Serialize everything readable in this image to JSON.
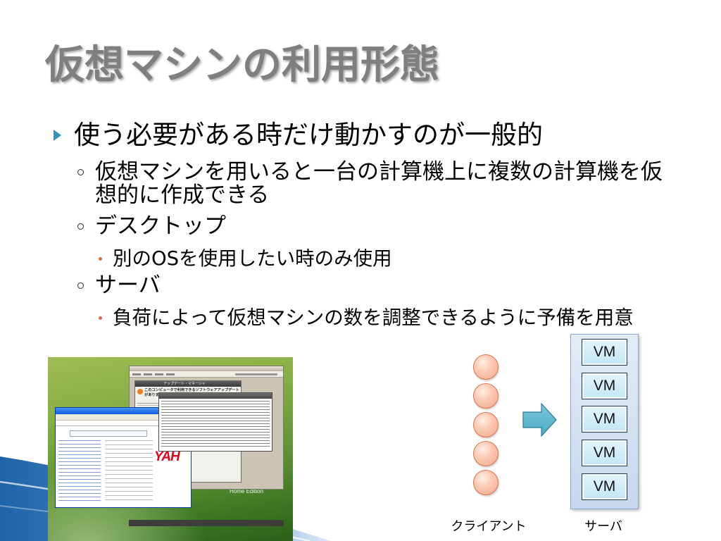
{
  "slide": {
    "title": "仮想マシンの利用形態",
    "bullets": [
      {
        "text": "使う必要がある時だけ動かすのが一般的",
        "children": [
          {
            "text": "仮想マシンを用いると一台の計算機上に複数の計算機を仮想的に作成できる"
          },
          {
            "text": "デスクトップ",
            "children": [
              {
                "text": "別のOSを使用したい時のみ使用"
              }
            ]
          },
          {
            "text": "サーバ",
            "children": [
              {
                "text": "負荷によって仮想マシンの数を調整できるように予備を用意"
              }
            ]
          }
        ]
      }
    ]
  },
  "screenshot": {
    "update_window_title": "アップデート・マネージャ",
    "update_notice": "このコンピュータで利用できるソフトウェアアップデートがあります",
    "logo_text": "YAH",
    "edition_label": "Home Edition"
  },
  "diagram": {
    "clients": {
      "label": "クライアント",
      "count": 5
    },
    "server": {
      "label": "サーバ",
      "vms": [
        "VM",
        "VM",
        "VM",
        "VM",
        "VM"
      ]
    }
  },
  "icons": {
    "level1_bullet": "triangle-right",
    "level2_bullet": "hollow-circle",
    "level3_bullet": "dot",
    "flow_arrow": "block-arrow-right"
  },
  "colors": {
    "title": "#7f7f7f",
    "level1_bullet": "#3b8fb8",
    "level3_bullet": "#e36a43",
    "client_fill": "#f6a88c",
    "client_stroke": "#e0714d",
    "arrow_fill": "#4bacc6",
    "server_fill": "#c6d7ee",
    "vm_fill": "#c4e6f5",
    "wave_blue": "#1f64a8"
  }
}
